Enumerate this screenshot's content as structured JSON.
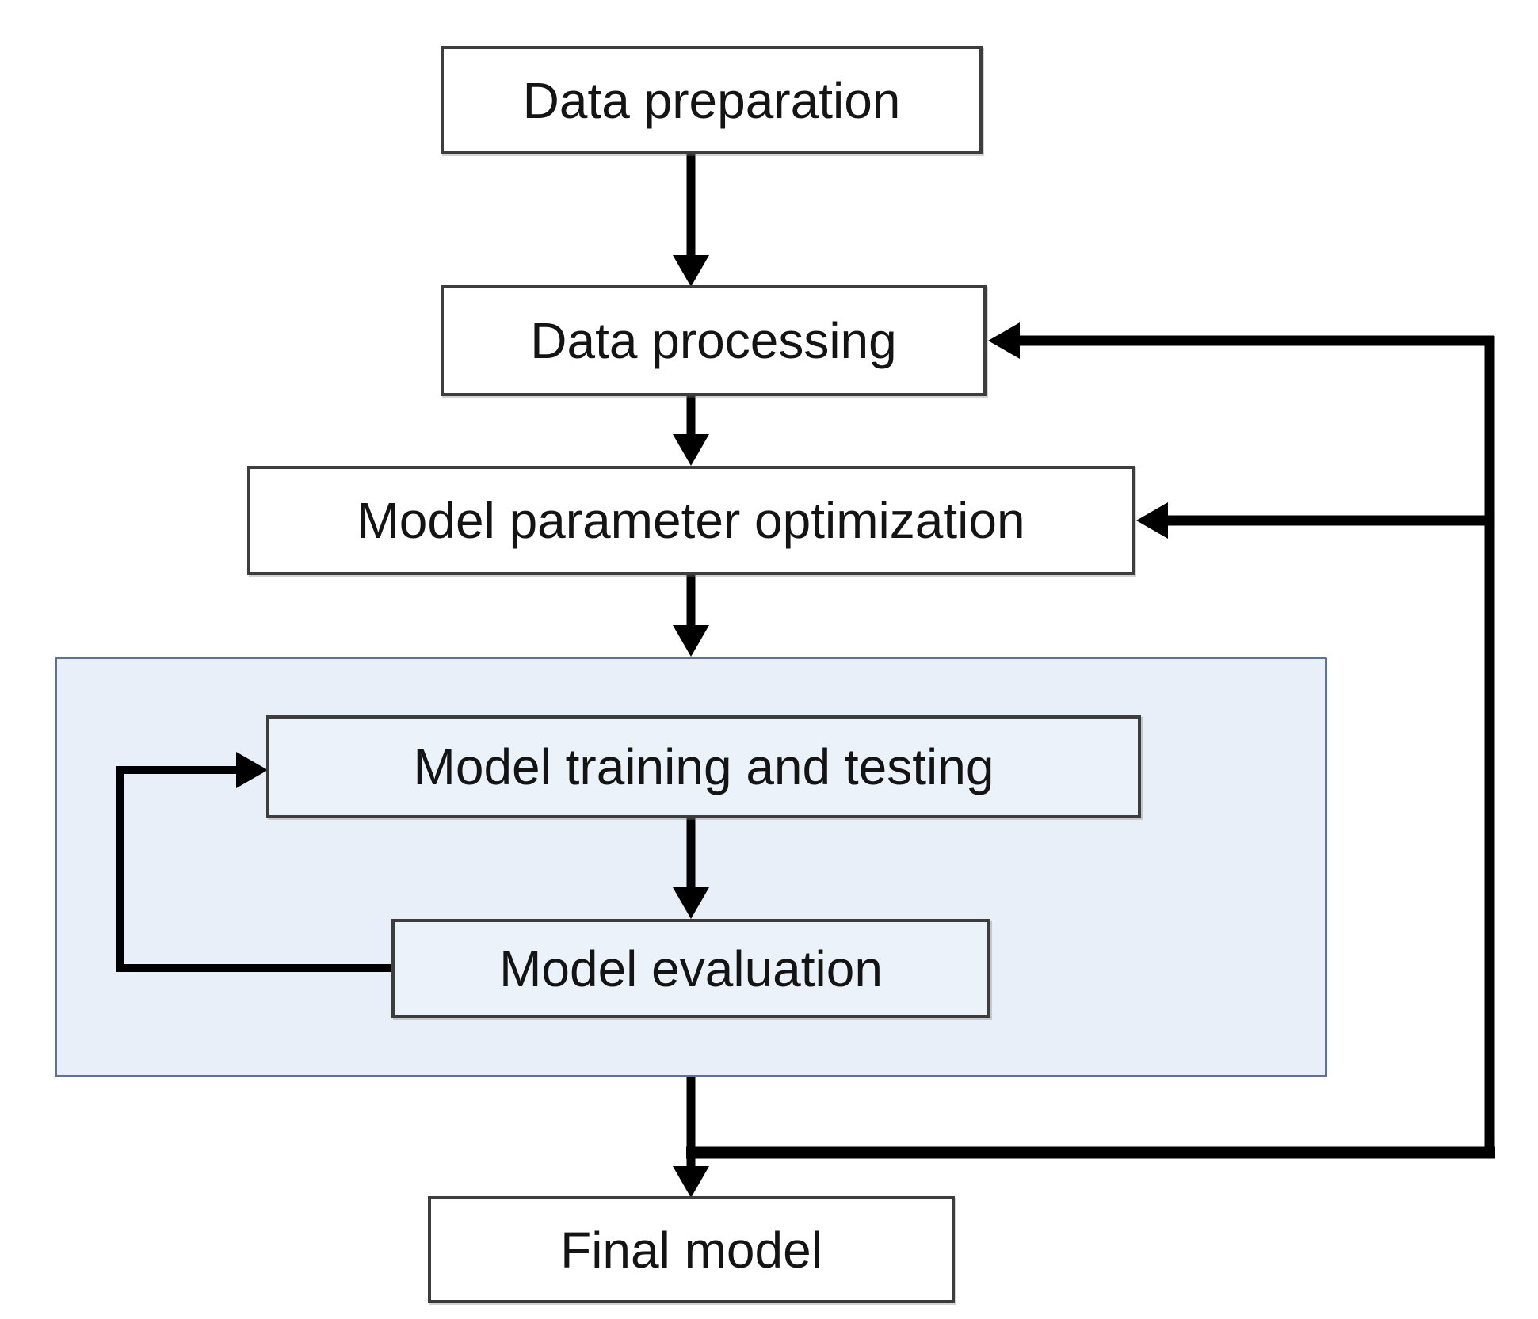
{
  "diagram": {
    "type": "flowchart",
    "background": "#ffffff",
    "nodes": {
      "data_preparation": {
        "label": "Data preparation"
      },
      "data_processing": {
        "label": "Data processing"
      },
      "model_parameter_optimization": {
        "label": "Model parameter optimization"
      },
      "model_training_testing": {
        "label": "Model training and testing"
      },
      "model_evaluation": {
        "label": "Model evaluation"
      },
      "final_model": {
        "label": "Final model"
      }
    },
    "groups": [
      {
        "name": "training-evaluation-group",
        "contains": [
          "model_training_testing",
          "model_evaluation"
        ],
        "fill": "#e9eff8",
        "border": "#5e7190"
      }
    ],
    "edges": [
      {
        "from": "data_preparation",
        "to": "data_processing",
        "style": "arrow-down"
      },
      {
        "from": "data_processing",
        "to": "model_parameter_optimization",
        "style": "arrow-down"
      },
      {
        "from": "model_parameter_optimization",
        "to": "training-evaluation-group",
        "style": "arrow-down"
      },
      {
        "from": "model_training_testing",
        "to": "model_evaluation",
        "style": "arrow-down"
      },
      {
        "from": "model_evaluation",
        "to": "model_training_testing",
        "style": "feedback-loop-left"
      },
      {
        "from": "training-evaluation-group",
        "to": "final_model",
        "style": "arrow-down"
      },
      {
        "from": "training-evaluation-group",
        "to": "data_processing",
        "style": "feedback-loop-right"
      },
      {
        "from": "training-evaluation-group",
        "to": "model_parameter_optimization",
        "style": "feedback-loop-right"
      }
    ],
    "colors": {
      "box_border": "#3d3d3d",
      "box_fill": "#ffffff",
      "inner_box_fill": "#ecf2fa",
      "group_fill": "#e9eff8",
      "group_border": "#5e7190",
      "line": "#000000",
      "text": "#141414"
    }
  }
}
